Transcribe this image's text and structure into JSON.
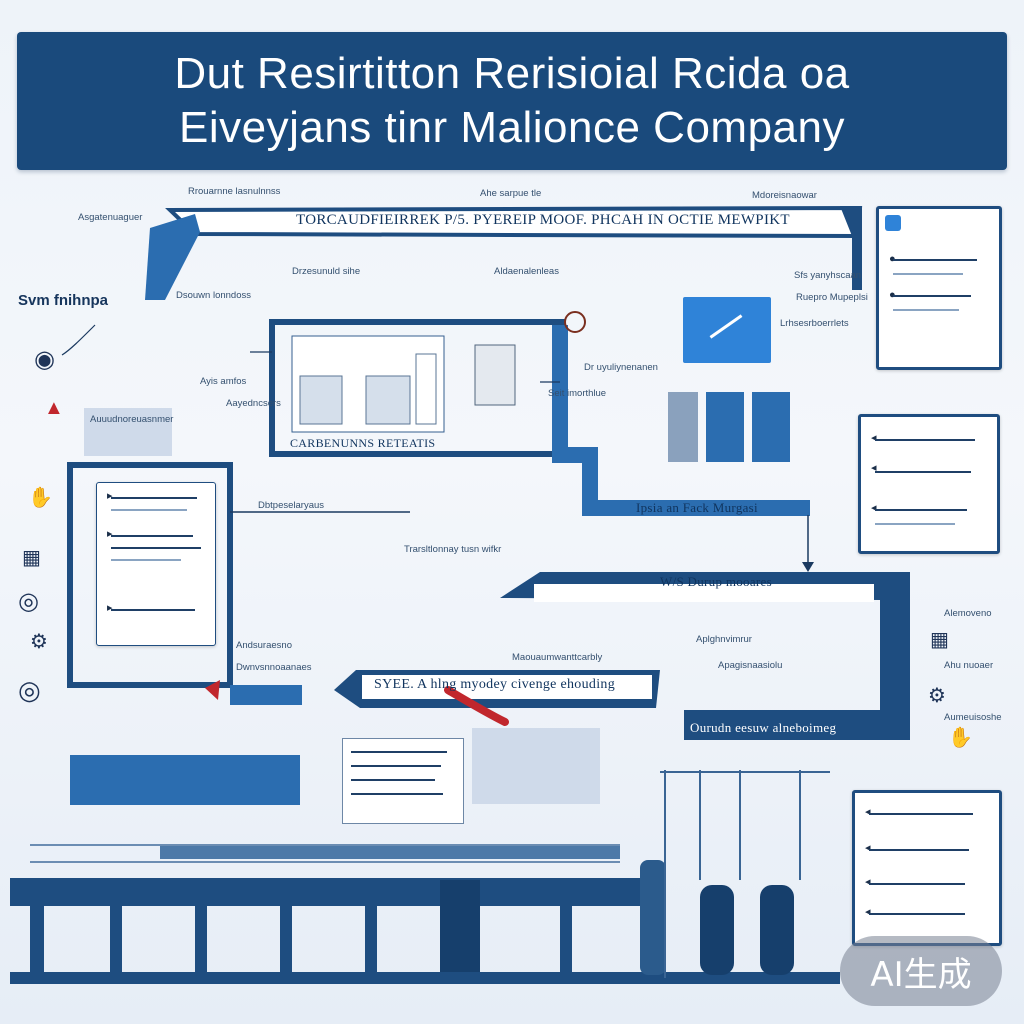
{
  "title": {
    "line1": "Dut Resirtitton Rerisioial Rcida oa",
    "line2": "Eiveyjans tinr Malionce Company"
  },
  "banners": {
    "top": "TORCAUDFIEIRREK P/5.  PYEREIP MOOF.  PHCAH  IN  OCTIE MEWPIKT",
    "machine": "CARBENUNNS RETEATIS",
    "right_mid": "Ipsia  an  Fack  Murgasi",
    "right_lower": "W/S  Durup  mooares",
    "mid": "SYEE. A hlng  myodey  civenge  ehouding",
    "bottom_right": "Ourudn  eesuw  alneboimeg"
  },
  "labels": {
    "l1": "Rrouarnne lasnulnnss",
    "l2": "Asgatenuaguer",
    "l3": "Svm fnihnpa",
    "l4": "Dsouwn lonndoss",
    "l5": "Drzesunuld sihe",
    "l6": "Ahe sarpue tle",
    "l7": "Aldaenalenleas",
    "l8": "Mdoreisnaowar",
    "l9": "Ayis amfos",
    "l10": "Seit  imorthlue",
    "l11": "Dr uyuliynenanen",
    "l12": "Sfs yanyhscaan",
    "l13": "Ruepro  Mupeplsi",
    "l14": "Lrhsesrboerrlets",
    "l15": "Auuudnoreuasnmer",
    "l16": "Aayedncsers",
    "l17": "Dbtpeselaryaus",
    "l18": "Trarsltlonnay  tusn wifkr",
    "l19": "Andsuraesno",
    "l20": "Dwnvsnnoaanaes",
    "l21": "Maouaumwanttcarbly",
    "l22": "Aplghnvimrur",
    "l23": "Apagisnaasiolu",
    "l24": "Alemoveno",
    "l25": "Ahu nuoaer",
    "l26": "Aumeuisoshe"
  },
  "icons": {
    "pin": "location-pin-icon",
    "warning": "warning-triangle-icon",
    "handshake": "handshake-icon",
    "chart": "chart-icon",
    "target": "target-icon",
    "gear": "gear-icon"
  },
  "watermark": "AI生成",
  "colors": {
    "banner": "#1a4a7c",
    "accent": "#2b6db0",
    "screen": "#2f83d8",
    "dark": "#123763"
  }
}
